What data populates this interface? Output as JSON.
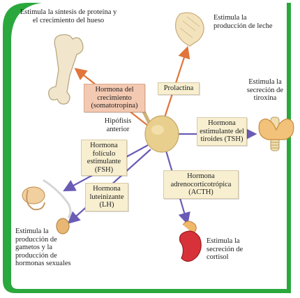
{
  "colors": {
    "frame_green": "#2aa83d",
    "arrow_orange": "#e0743a",
    "arrow_purple": "#6a5bb5",
    "gland": "#e8cf8e",
    "box_cream": "#f7efd0",
    "box_salmon": "#f3c9b2"
  },
  "gland": {
    "label": "Hipófisis anterior"
  },
  "hormones": {
    "gh": "Hormona del crecimiento (somatotropina)",
    "prolactin": "Prolactina",
    "tsh": "Hormona estimulante del tiroides (TSH)",
    "fsh": "Hormona folículo estimulante (FSH)",
    "lh": "Hormona luteinizante (LH)",
    "acth": "Hormona adrenocorticotrópica (ACTH)"
  },
  "effects": {
    "bone": "Estimula la síntesis de proteína y el crecimiento del hueso",
    "breast": "Estimula la producción de leche",
    "thyroid": "Estimula la secreción de tiroxina",
    "gonads": "Estimula la producción de gametos y la producción de hormonas sexuales",
    "adrenal": "Estimula la secreción de cortisol"
  },
  "icons": [
    "bone-icon",
    "mammary-gland-icon",
    "thyroid-icon",
    "gonads-icon",
    "adrenal-kidney-icon",
    "pituitary-icon"
  ]
}
